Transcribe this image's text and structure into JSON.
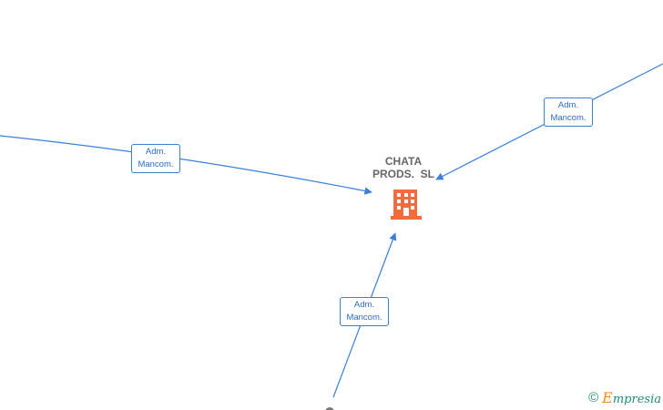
{
  "company": {
    "name_line1": "CHATA",
    "name_line2": "PRODS.  SL"
  },
  "edges": [
    {
      "id": "left",
      "label_line1": "Adm.",
      "label_line2": "Mancom."
    },
    {
      "id": "right",
      "label_line1": "Adm.",
      "label_line2": "Mancom."
    },
    {
      "id": "bottom",
      "label_line1": "Adm.",
      "label_line2": "Mancom."
    }
  ],
  "footer": {
    "copyright_symbol": "©",
    "brand_first": "E",
    "brand_rest": "mpresia"
  },
  "colors": {
    "edge": "#3a7fd5",
    "building": "#f26b3a",
    "brand": "#1f8a70"
  }
}
